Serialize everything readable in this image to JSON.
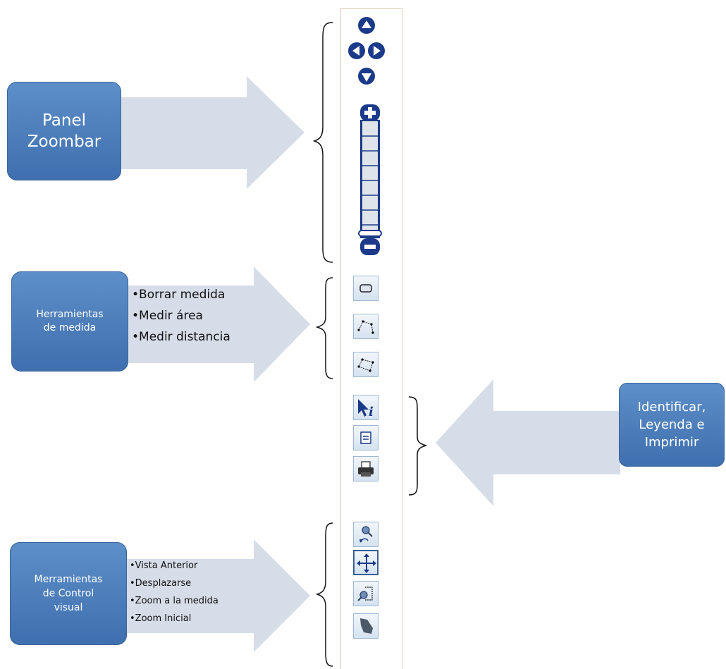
{
  "callouts": {
    "zoombar": {
      "label": "Panel\nZoombar"
    },
    "medida": {
      "label": "Herramientas\nde medida",
      "items": [
        "•Borrar medida",
        "•Medir área",
        "•Medir distancia"
      ]
    },
    "identificar": {
      "label": "Identificar,\nLeyenda e\nImprimir"
    },
    "control": {
      "label": "Merramientas\nde Control\nvisual",
      "items": [
        "•Vista Anterior",
        "•Desplazarse",
        "•Zoom  a la medida",
        "•Zoom Inicial"
      ]
    }
  },
  "colors": {
    "box": "#4a7ab8",
    "arrow": "#d6dde9",
    "icon_dark": "#1c3a8a"
  },
  "toolbar_icons": [
    "pan-up-icon",
    "pan-left-icon",
    "pan-right-icon",
    "pan-down-icon",
    "zoom-in-icon",
    "zoom-slider",
    "zoom-out-icon",
    "clear-measure-icon",
    "measure-area-icon",
    "measure-distance-icon",
    "identify-icon",
    "legend-icon",
    "print-icon",
    "previous-view-icon",
    "pan-icon",
    "zoom-to-extent-icon",
    "initial-zoom-icon"
  ]
}
